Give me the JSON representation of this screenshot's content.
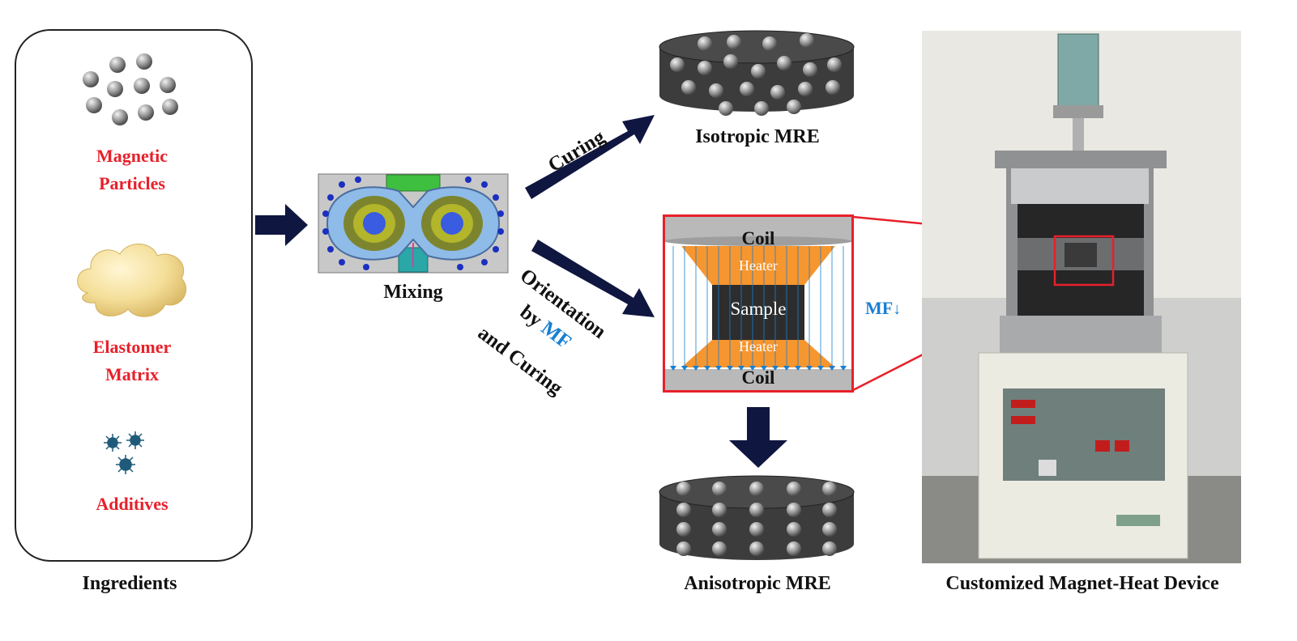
{
  "ingredients": {
    "caption": "Ingredients",
    "magnetic_particles": [
      "Magnetic",
      "Particles"
    ],
    "elastomer_matrix": [
      "Elastomer",
      "Matrix"
    ],
    "additives": "Additives"
  },
  "mixing": {
    "caption": "Mixing"
  },
  "curing_path": {
    "label": "Curing",
    "product": "Isotropic MRE"
  },
  "orientation_path": {
    "line1": "Orientation",
    "line2_prefix": "by",
    "line2_highlight": "MF",
    "line3": "and Curing",
    "product": "Anisotropic MRE"
  },
  "schematic": {
    "coil_top": "Coil",
    "heater_top": "Heater",
    "sample": "Sample",
    "heater_bottom": "Heater",
    "coil_bottom": "Coil",
    "field_label": "MF"
  },
  "device": {
    "caption": "Customized Magnet-Heat Device"
  },
  "colors": {
    "red": "#e8202a",
    "mf_blue": "#1a7fd0",
    "arrow_navy": "#0f1640",
    "heater_orange": "#f6962f"
  }
}
